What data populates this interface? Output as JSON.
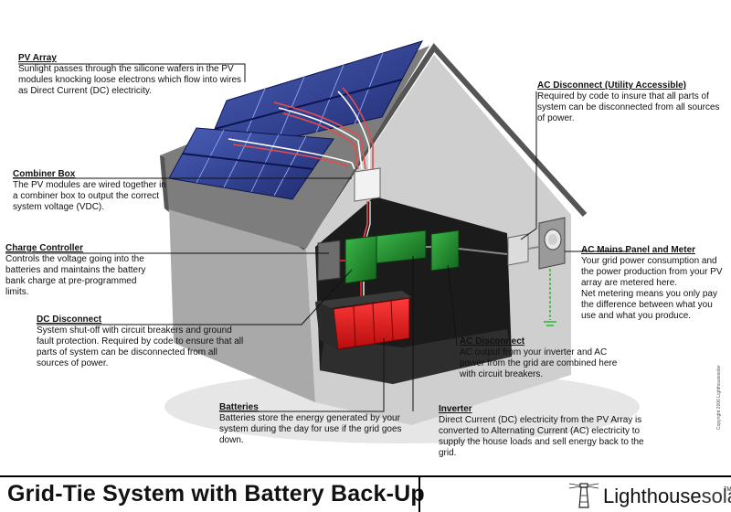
{
  "labels": {
    "pv_array": {
      "title": "PV Array",
      "text": "Sunlight passes through the silicone wafers in the PV modules knocking loose electrons which flow into wires as Direct Current (DC) electricity."
    },
    "combiner_box": {
      "title": "Combiner Box",
      "text": "The PV modules are wired together in a combiner box to output the correct system voltage (VDC)."
    },
    "charge_controller": {
      "title": "Charge Controller",
      "text": "Controls the voltage going into the batteries and maintains the battery bank charge at pre-programmed limits."
    },
    "dc_disconnect": {
      "title": "DC Disconnect",
      "text": "System shut-off with circuit breakers and ground fault protection.  Required by code to ensure that all parts of system can be disconnected from all sources of power."
    },
    "batteries": {
      "title": "Batteries",
      "text": "Batteries store the energy generated by your system during the day for use if the grid goes down."
    },
    "ac_disconnect_utility": {
      "title": "AC Disconnect (Utility Accessible)",
      "text": "Required by code to insure that all parts of system can be disconnected from all sources of power."
    },
    "ac_mains": {
      "title": "AC Mains Panel and Meter",
      "text": "Your grid power consumption and the power production from your PV array are metered here.",
      "text2": "Net metering means you only pay the difference between what you use and what you produce."
    },
    "ac_disconnect": {
      "title": "AC Disconnect",
      "text": "AC output from your inverter and AC power from the grid are combined here with circuit breakers."
    },
    "inverter": {
      "title": "Inverter",
      "text": "Direct Current (DC) electricity from the PV Array is converted to Alternating Current (AC) electricity to supply the house loads and sell energy back to the grid."
    }
  },
  "footer": {
    "title": "Grid-Tie System with Battery Back-Up",
    "logo_main": "Lighthouse",
    "logo_secondary": "solar",
    "logo_tm": "TM"
  },
  "copyright": "Copyright 2006 Lighthousesolar",
  "colors": {
    "wall": "#c9c9c9",
    "wall_dark": "#9f9f9f",
    "roof": "#777777",
    "panel": "#2e3b8e",
    "component_green": "#1f8a2a",
    "battery_red": "#e01616",
    "wire_red": "#e84a4a"
  }
}
